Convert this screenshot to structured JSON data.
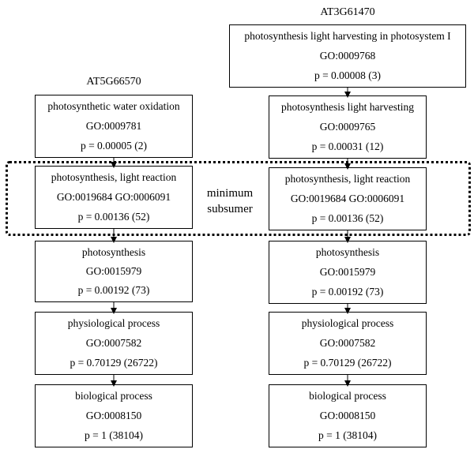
{
  "columns": [
    {
      "gene": "AT5G66570",
      "boxes": [
        {
          "term": "photosynthetic water oxidation",
          "go": "GO:0009781",
          "p": "p = 0.00005 (2)"
        },
        {
          "term": "photosynthesis, light reaction",
          "go": "GO:0019684  GO:0006091",
          "p": "p = 0.00136 (52)"
        },
        {
          "term": "photosynthesis",
          "go": "GO:0015979",
          "p": "p = 0.00192 (73)"
        },
        {
          "term": "physiological process",
          "go": "GO:0007582",
          "p": "p = 0.70129 (26722)"
        },
        {
          "term": "biological process",
          "go": "GO:0008150",
          "p": "p = 1 (38104)"
        }
      ]
    },
    {
      "gene": "AT3G61470",
      "boxes": [
        {
          "term": "photosynthesis light harvesting in photosystem I",
          "go": "GO:0009768",
          "p": "p = 0.00008 (3)"
        },
        {
          "term": "photosynthesis light harvesting",
          "go": "GO:0009765",
          "p": "p = 0.00031 (12)"
        },
        {
          "term": "photosynthesis, light reaction",
          "go": "GO:0019684  GO:0006091",
          "p": "p = 0.00136 (52)"
        },
        {
          "term": "photosynthesis",
          "go": "GO:0015979",
          "p": "p = 0.00192 (73)"
        },
        {
          "term": "physiological process",
          "go": "GO:0007582",
          "p": "p = 0.70129 (26722)"
        },
        {
          "term": "biological process",
          "go": "GO:0008150",
          "p": "p = 1 (38104)"
        }
      ]
    }
  ],
  "subsumer_label": {
    "line1": "minimum",
    "line2": "subsumer"
  }
}
